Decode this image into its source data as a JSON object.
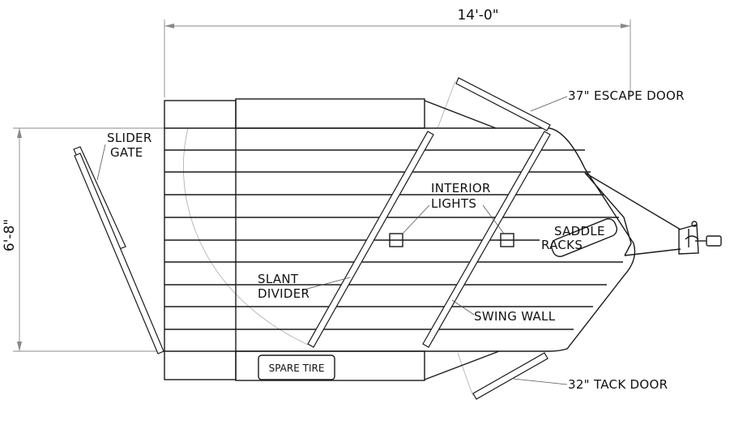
{
  "dimensions": {
    "length": "14'-0\"",
    "width": "6'-8\""
  },
  "labels": {
    "escape_door": "37\" ESCAPE DOOR",
    "slider_gate_1": "SLIDER",
    "slider_gate_2": "GATE",
    "interior_lights_1": "INTERIOR",
    "interior_lights_2": "LIGHTS",
    "saddle_racks_1": "SADDLE",
    "saddle_racks_2": "RACKS",
    "slant_divider_1": "SLANT",
    "slant_divider_2": "DIVIDER",
    "swing_wall": "SWING WALL",
    "spare_tire": "SPARE TIRE",
    "tack_door": "32\" TACK DOOR"
  }
}
